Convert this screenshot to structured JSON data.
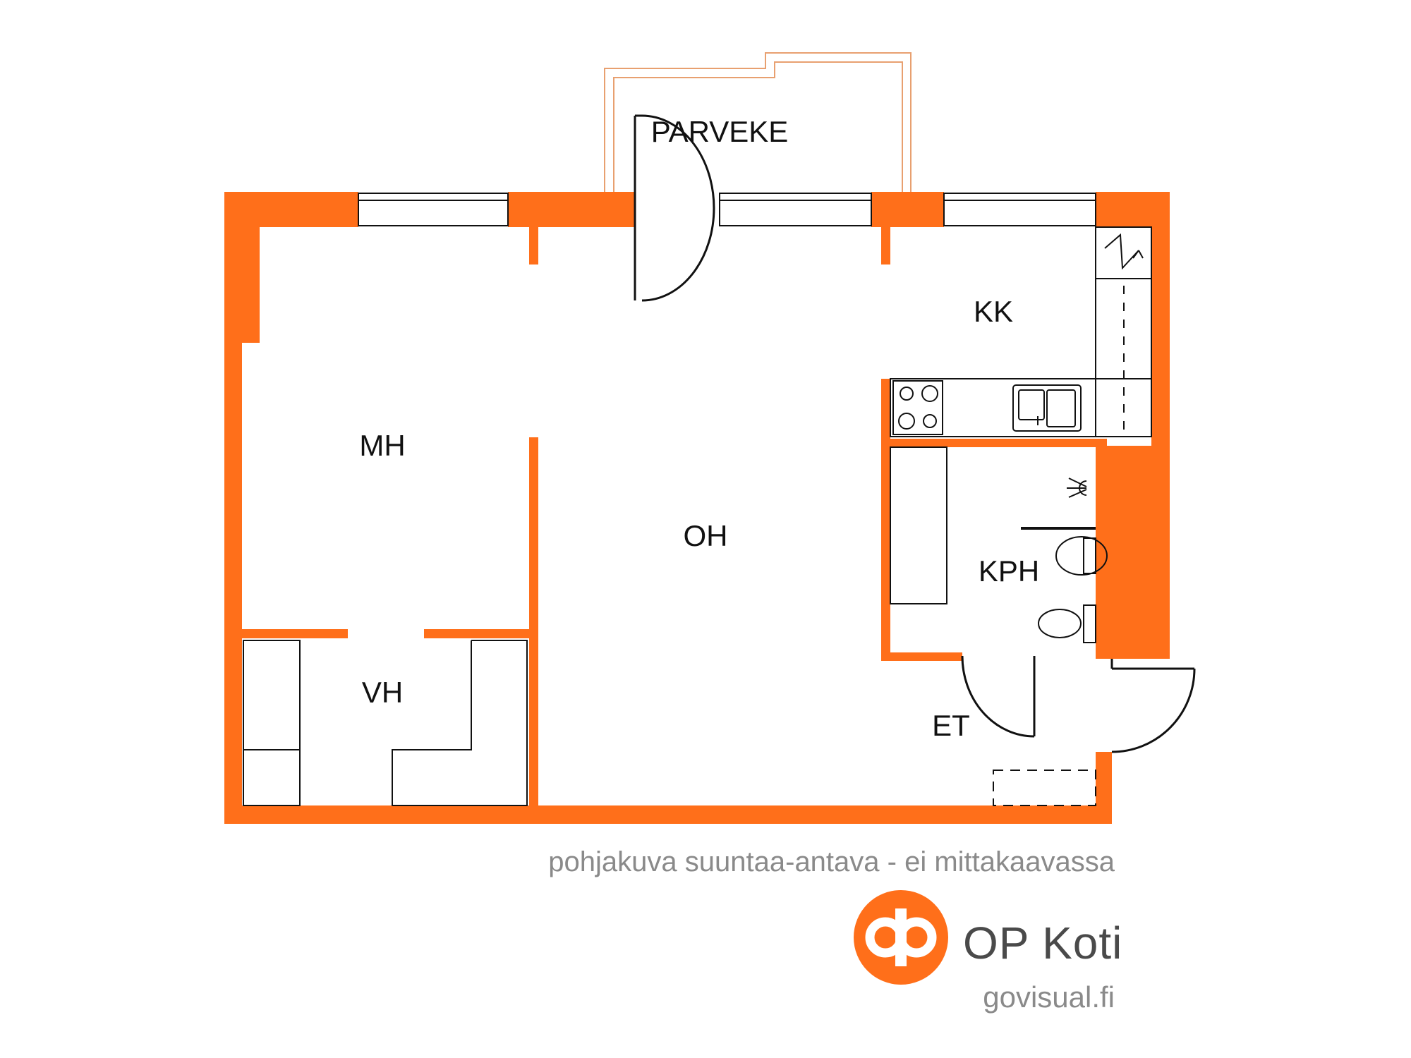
{
  "colors": {
    "wall": "#FF6F1A",
    "line": "#111111",
    "balcony": "#E8A070",
    "text_gray": "#8a8a8a",
    "brand_text": "#4a4a4a"
  },
  "rooms": {
    "balcony": "PARVEKE",
    "kitchen": "KK",
    "bedroom": "MH",
    "living": "OH",
    "bathroom": "KPH",
    "closet": "VH",
    "entry": "ET"
  },
  "footer": {
    "disclaimer": "pohjakuva suuntaa-antava - ei mittakaavassa",
    "brand": "OP Koti",
    "credit": "govisual.fi",
    "logo_icon": "op-logo-icon"
  }
}
